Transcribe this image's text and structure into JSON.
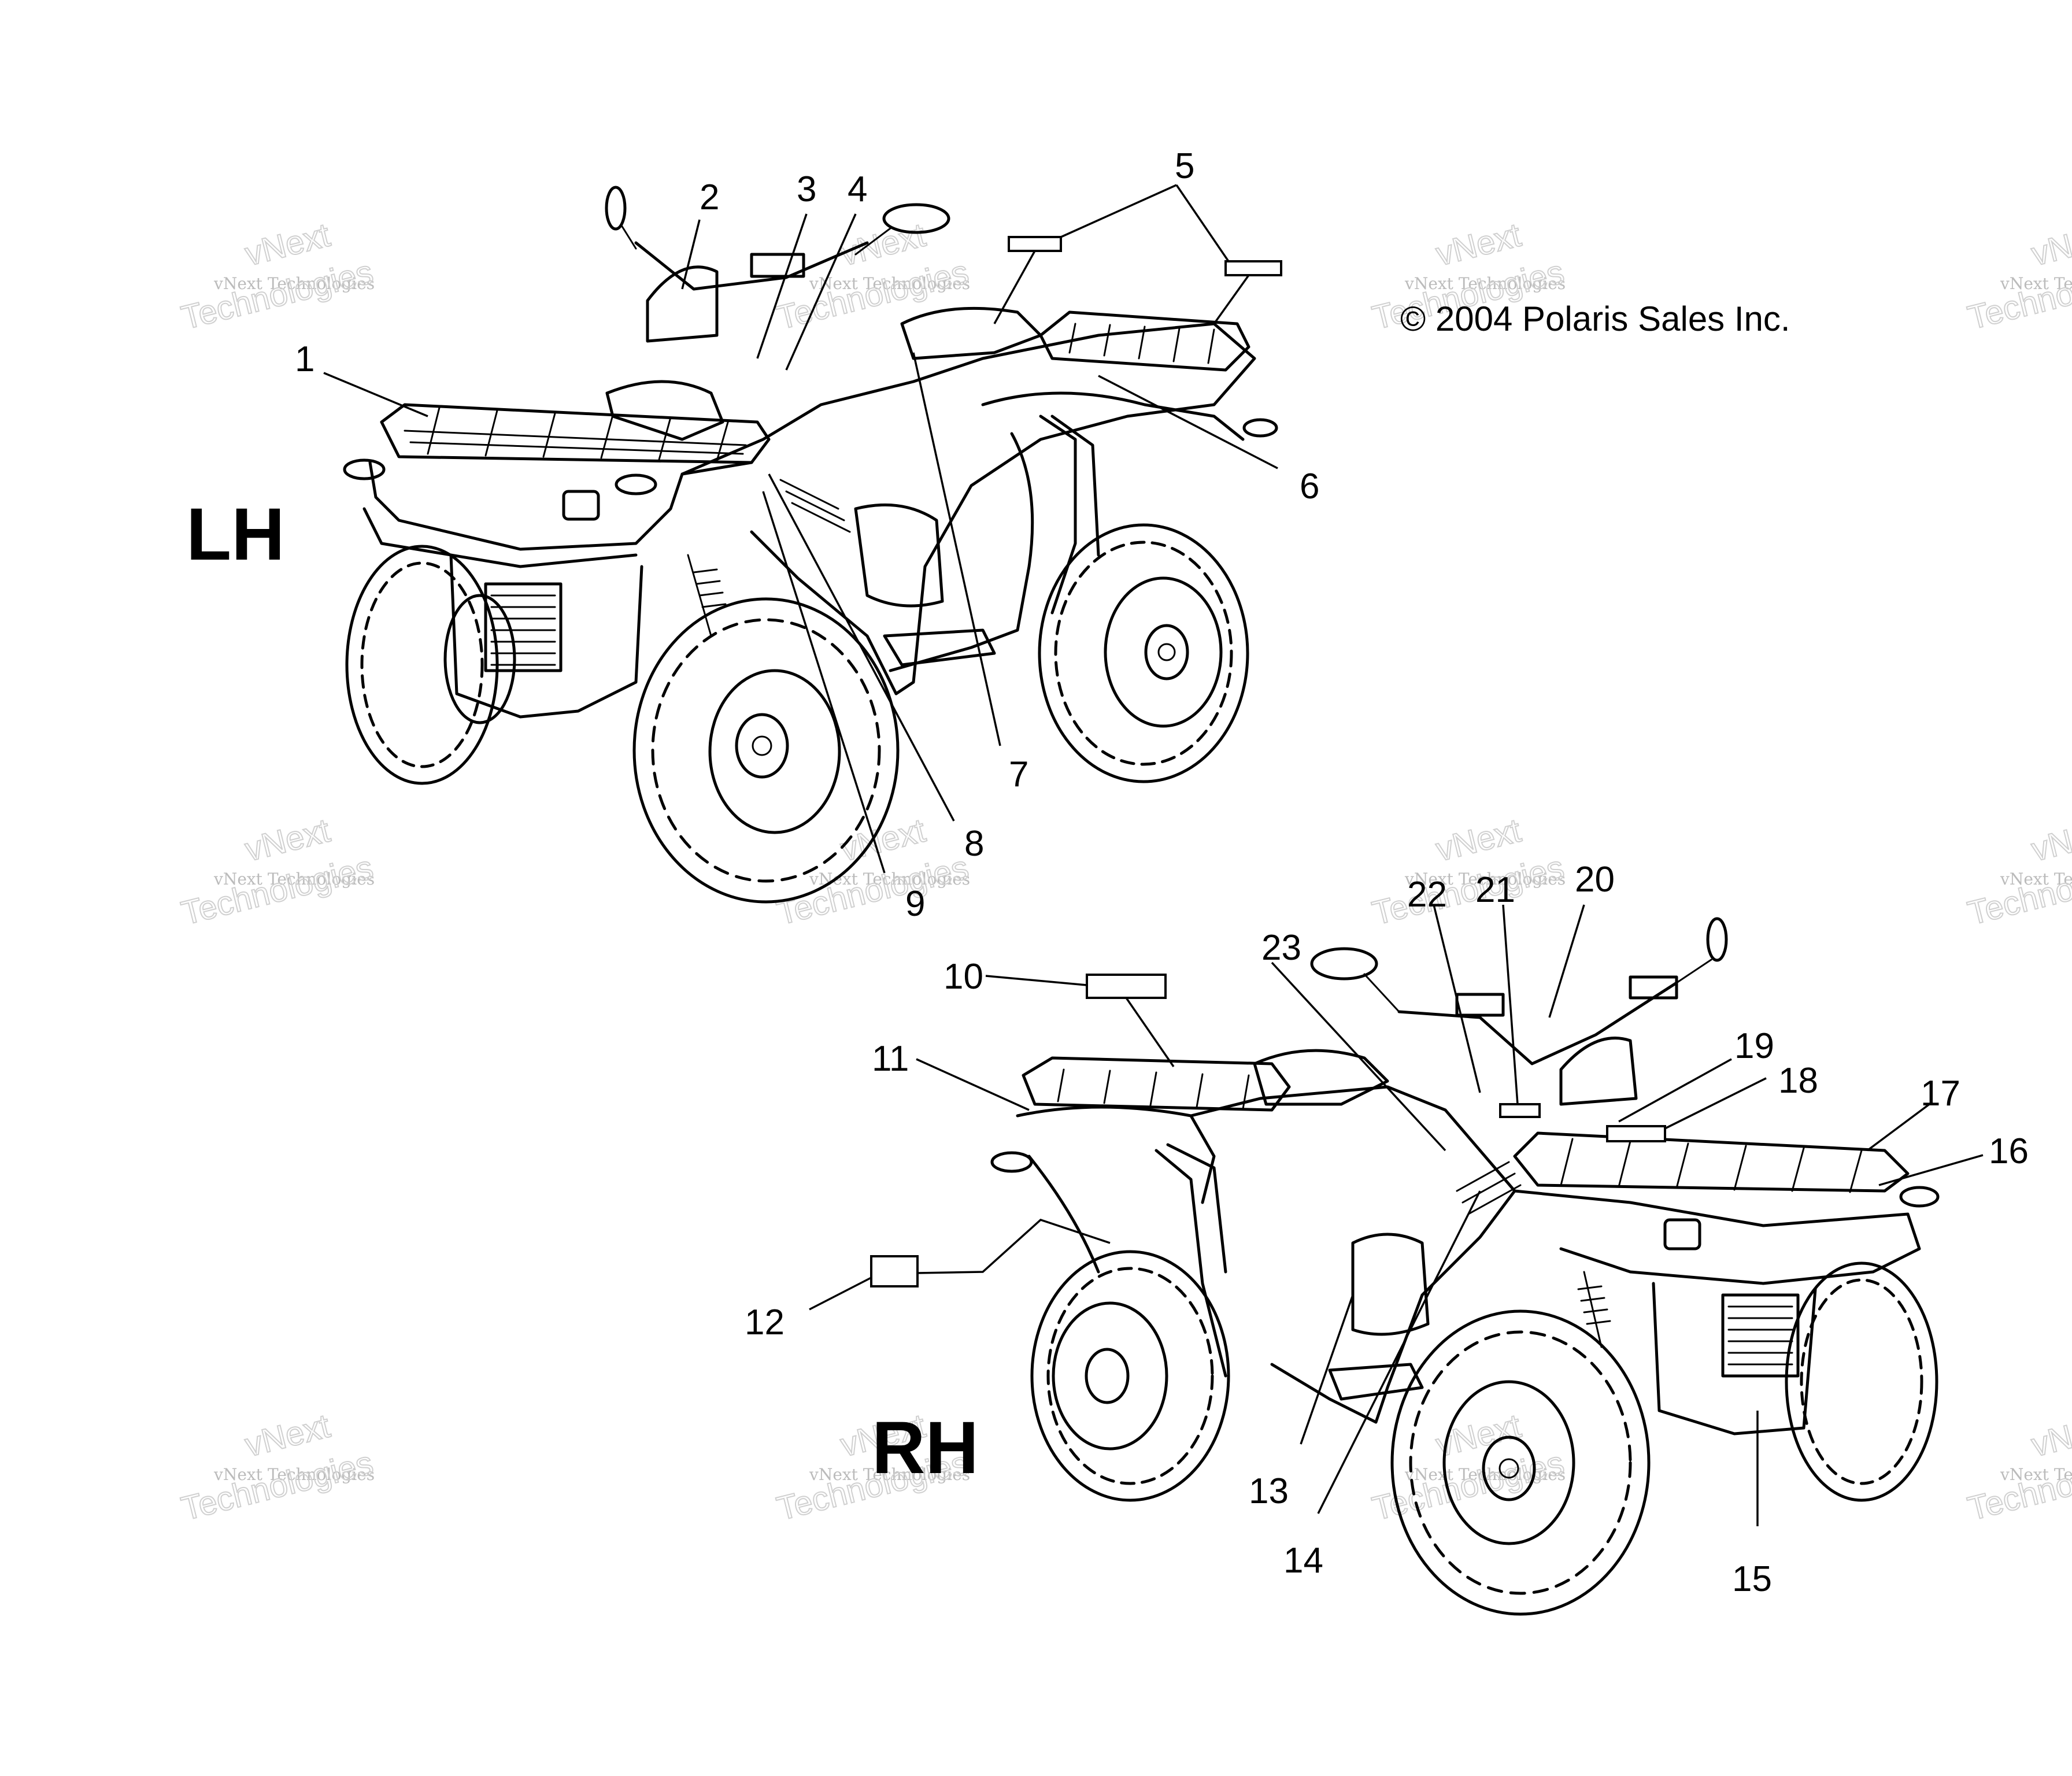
{
  "copyright": "© 2004 Polaris Sales Inc.",
  "views": {
    "left": {
      "label": "LH"
    },
    "right": {
      "label": "RH"
    }
  },
  "callouts": {
    "c1": "1",
    "c2": "2",
    "c3": "3",
    "c4": "4",
    "c5": "5",
    "c6": "6",
    "c7": "7",
    "c8": "8",
    "c9": "9",
    "c10": "10",
    "c11": "11",
    "c12": "12",
    "c13": "13",
    "c14": "14",
    "c15": "15",
    "c16": "16",
    "c17": "17",
    "c18": "18",
    "c19": "19",
    "c20": "20",
    "c21": "21",
    "c22": "22",
    "c23": "23"
  },
  "watermark": {
    "line1": "vNext",
    "line2": "vNext Technologies",
    "line3": "Technologies"
  }
}
